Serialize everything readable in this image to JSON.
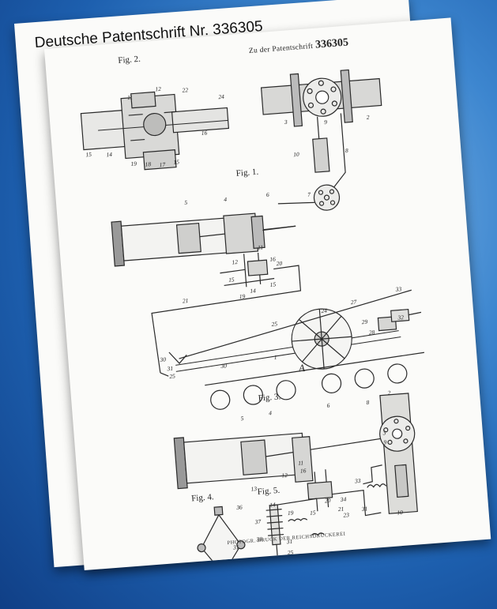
{
  "document": {
    "title": "Deutsche Patentschrift Nr. 336305",
    "header_prefix": "Zu der Patentschrift",
    "header_number": "336305",
    "figure_labels": [
      "Fig. 2.",
      "Fig. 1.",
      "Fig. 3.",
      "Fig. 4.",
      "Fig. 5."
    ],
    "figure_section_marker": "A",
    "footer": "PHOTOGR. DRUCK DER REICHSDRUCKEREI"
  }
}
